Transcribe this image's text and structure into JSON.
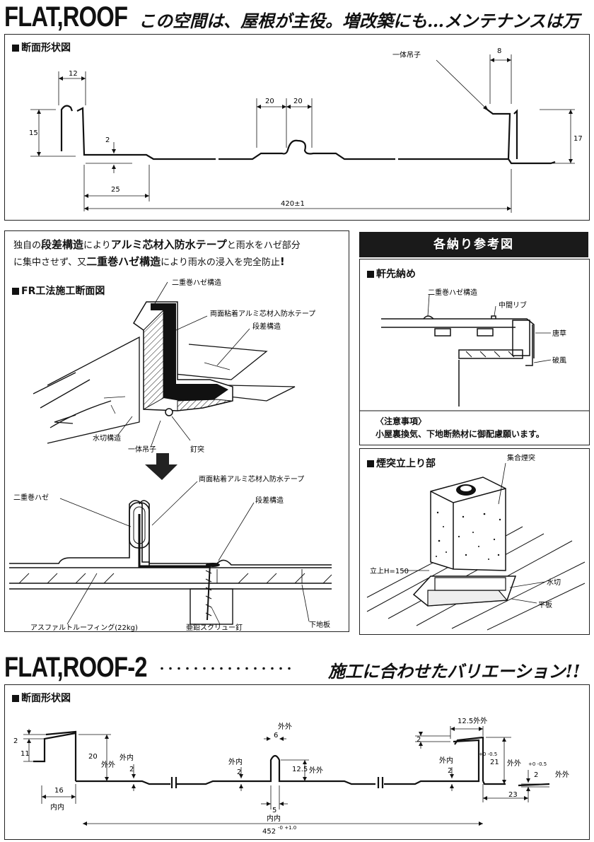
{
  "header1": {
    "brand": "FLAT,ROOF",
    "tagline": "この空間は、屋根が主役。増改築にも…メンテナンスは万全"
  },
  "panel1": {
    "section_title": "断面形状図",
    "dims": {
      "d12": "12",
      "d8": "8",
      "d20a": "20",
      "d20b": "20",
      "d15": "15",
      "d2": "2",
      "d17": "17",
      "d25": "25",
      "d420": "420±1"
    },
    "part_label": "一体吊子"
  },
  "intro": {
    "t1": "独自の",
    "b1": "段差構造",
    "t2": "により",
    "b2": "アルミ芯材入防水テープ",
    "t3": "と雨水をハゼ部分",
    "t4": "に集中させず、又",
    "b3": "二重巻ハゼ構造",
    "t5": "により雨水の浸入を完全防止",
    "t6": "!"
  },
  "fr": {
    "section_title": "FR工法施工断面図",
    "labels": {
      "double_seam": "二重巻ハゼ構造",
      "tape": "両面粘着アルミ芯材入防水テープ",
      "step": "段差構造",
      "water_cut": "水切構造",
      "clip": "一体吊子",
      "nail": "釘突"
    },
    "labels2": {
      "tape": "両面粘着アルミ芯材入防水テープ",
      "seam": "二重巻ハゼ",
      "step": "段差構造",
      "asphalt": "アスファルトルーフィング(22kg)",
      "screw": "亜鉛スクリュー釘",
      "base": "下地板"
    }
  },
  "ref": {
    "header": "各納り参考図",
    "eaves": {
      "section_title": "軒先納め",
      "labels": {
        "seam": "二重巻ハゼ構造",
        "rib": "中間リブ",
        "karakusa": "唐草",
        "hafu": "破風"
      },
      "note_title": "〈注意事項〉",
      "note_body": "小屋裏換気、下地断熱材に御配慮願います。"
    },
    "chimney": {
      "section_title": "煙突立上り部",
      "labels": {
        "flue": "集合煙突",
        "rise": "立上H=150",
        "cut": "水切",
        "plate": "平板"
      }
    }
  },
  "header2": {
    "brand": "FLAT,ROOF-2",
    "dots": "・・・・・・・・・・・・・・・・",
    "tagline": "施工に合わせたバリエーション!!"
  },
  "panel2": {
    "section_title": "断面形状図",
    "dims": {
      "d2a": "2",
      "d11": "11",
      "d20": "20",
      "outer_outer_a": "外外",
      "inner_outer_a": "外内",
      "d2b": "2",
      "outer_outer_b": "外外",
      "d6": "6",
      "inner_outer_b": "外内",
      "d2c": "2",
      "d12_5": "12.5",
      "outer_outer_c": "外外",
      "d12_5b": "12.5外外",
      "d2d": "2",
      "inner_outer_c": "外内",
      "d2e": "2",
      "d21": "21",
      "d21_tol": "+0 -0.5",
      "outer_outer_d": "外外",
      "d2f": "2",
      "d2f_tol": "+0 -0.5",
      "outer_outer_e": "外外",
      "d16": "16",
      "inner_inner_a": "内内",
      "d5": "5",
      "inner_inner_b": "内内",
      "d452": "452",
      "d452_tol": "-0 +1.0",
      "d23": "23"
    }
  }
}
